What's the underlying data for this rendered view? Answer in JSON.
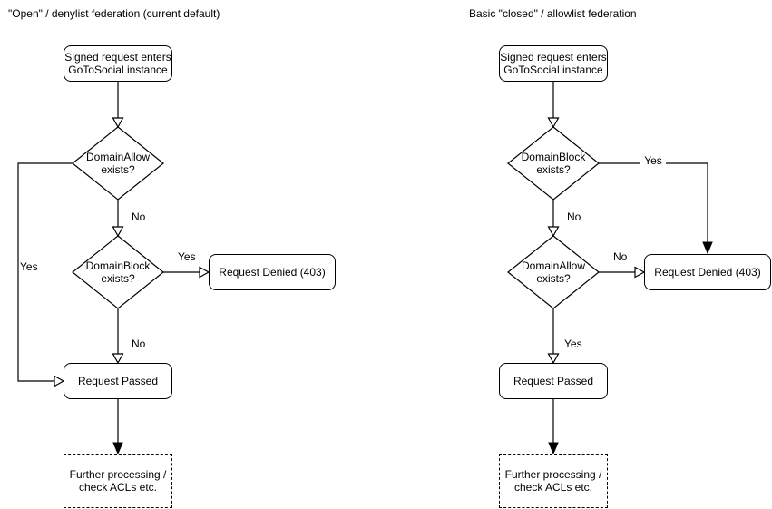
{
  "diagram": {
    "stroke_color": "#000000",
    "background_color": "#ffffff",
    "left": {
      "title": "\"Open\" / denylist federation (current default)",
      "nodes": {
        "start": "Signed request enters\nGoToSocial instance",
        "decision1": "DomainAllow\nexists?",
        "decision2": "DomainBlock\nexists?",
        "denied": "Request Denied (403)",
        "passed": "Request Passed",
        "further": "Further processing /\ncheck ACLs etc."
      },
      "edge_labels": {
        "decision1_yes": "Yes",
        "decision1_no": "No",
        "decision2_yes": "Yes",
        "decision2_no": "No"
      }
    },
    "right": {
      "title": "Basic \"closed\" / allowlist federation",
      "nodes": {
        "start": "Signed request enters\nGoToSocial instance",
        "decision1": "DomainBlock\nexists?",
        "decision2": "DomainAllow\nexists?",
        "denied": "Request Denied (403)",
        "passed": "Request Passed",
        "further": "Further processing /\ncheck ACLs etc."
      },
      "edge_labels": {
        "decision1_yes": "Yes",
        "decision1_no": "No",
        "decision2_no": "No",
        "decision2_yes": "Yes"
      }
    }
  }
}
